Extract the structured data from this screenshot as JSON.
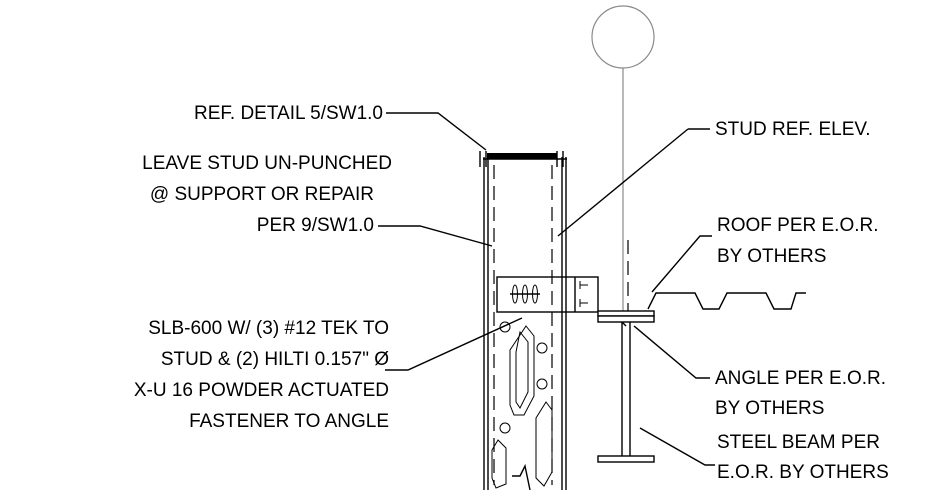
{
  "callouts": {
    "ref_detail": "REF. DETAIL 5/SW1.0",
    "leave_stud": [
      "LEAVE STUD UN-PUNCHED",
      "@ SUPPORT OR REPAIR",
      "PER 9/SW1.0"
    ],
    "slb": [
      "SLB-600 W/ (3) #12 TEK TO",
      "STUD & (2) HILTI 0.157\" Ø",
      "X-U 16 POWDER ACTUATED",
      "FASTENER TO ANGLE"
    ],
    "stud_ref": "STUD REF. ELEV.",
    "roof": [
      "ROOF PER E.O.R.",
      "BY OTHERS"
    ],
    "angle": [
      "ANGLE PER E.O.R.",
      "BY OTHERS"
    ],
    "steel_beam": [
      "STEEL BEAM PER",
      "E.O.R. BY OTHERS"
    ]
  },
  "colors": {
    "linework": "#000000",
    "reference_bubble": "#8a8a8a",
    "background": "#ffffff"
  }
}
